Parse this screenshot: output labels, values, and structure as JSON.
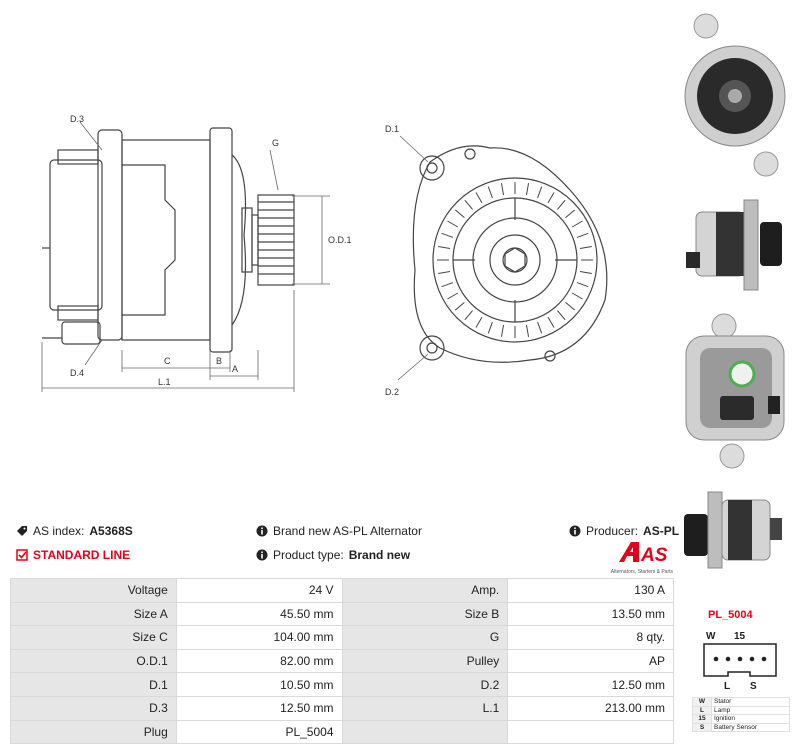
{
  "drawing": {
    "side_labels": {
      "d3": "D.3",
      "g": "G",
      "od1": "O.D.1",
      "d4": "D.4",
      "c": "C",
      "b": "B",
      "a": "A",
      "l1": "L.1"
    },
    "front_labels": {
      "d1": "D.1",
      "d2": "D.2"
    }
  },
  "header": {
    "as_index_label": "AS index:",
    "as_index_value": "A5368S",
    "standard_line": "STANDARD LINE",
    "description": "Brand new AS-PL Alternator",
    "product_type_label": "Product type:",
    "product_type_value": "Brand new",
    "producer_label": "Producer:",
    "producer_value": "AS-PL",
    "logo_text": "AS",
    "logo_tagline": "Alternators, Starters & Parts",
    "brand_color": "#e3001b"
  },
  "specs": [
    {
      "k1": "Voltage",
      "v1": "24 V",
      "k2": "Amp.",
      "v2": "130 A"
    },
    {
      "k1": "Size A",
      "v1": "45.50 mm",
      "k2": "Size B",
      "v2": "13.50 mm"
    },
    {
      "k1": "Size C",
      "v1": "104.00 mm",
      "k2": "G",
      "v2": "8 qty."
    },
    {
      "k1": "O.D.1",
      "v1": "82.00 mm",
      "k2": "Pulley",
      "v2": "AP"
    },
    {
      "k1": "D.1",
      "v1": "10.50 mm",
      "k2": "D.2",
      "v2": "12.50 mm"
    },
    {
      "k1": "D.3",
      "v1": "12.50 mm",
      "k2": "L.1",
      "v2": "213.00 mm"
    },
    {
      "k1": "Plug",
      "v1": "PL_5004",
      "k2": "",
      "v2": ""
    }
  ],
  "plug": {
    "title": "PL_5004",
    "pin_labels": {
      "w": "W",
      "p15": "15",
      "l": "L",
      "s": "S"
    },
    "legend": [
      {
        "code": "W",
        "desc": "Stator"
      },
      {
        "code": "L",
        "desc": "Lamp"
      },
      {
        "code": "15",
        "desc": "Ignition"
      },
      {
        "code": "S",
        "desc": "Battery Sensor"
      }
    ]
  }
}
